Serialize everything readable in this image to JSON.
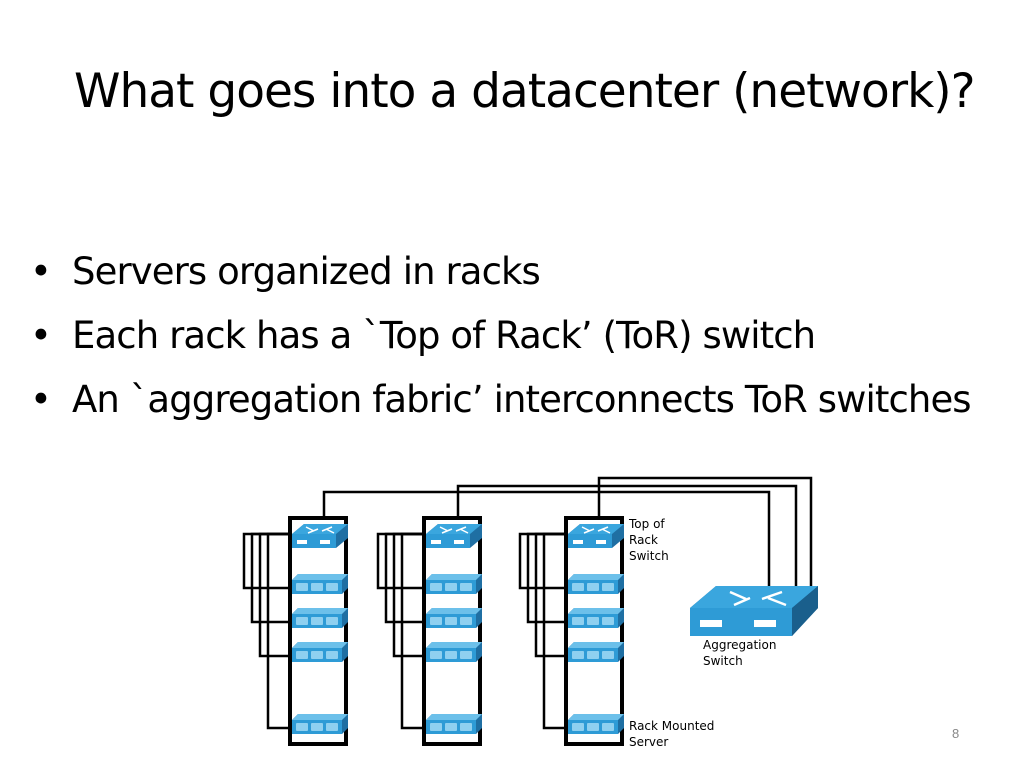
{
  "slide": {
    "title": "What goes into a datacenter (network)?",
    "bullets": [
      "Servers organized in racks",
      "Each rack has a `Top of Rack’ (ToR) switch",
      "An `aggregation fabric’ interconnects ToR switches"
    ],
    "bullet_symbol": "•",
    "page_number": "8"
  },
  "diagram": {
    "labels": {
      "tor_line1": "Top of",
      "tor_line2": "Rack",
      "tor_line3": "Switch",
      "agg_line1": "Aggregation",
      "agg_line2": "Switch",
      "server_line1": "Rack Mounted",
      "server_line2": "Server"
    },
    "racks": 3,
    "servers_per_rack": 4,
    "colors": {
      "device_blue": "#2e9bd6",
      "device_dark": "#1f6fa3",
      "device_light": "#6cc0ea",
      "cable": "#000000"
    }
  }
}
